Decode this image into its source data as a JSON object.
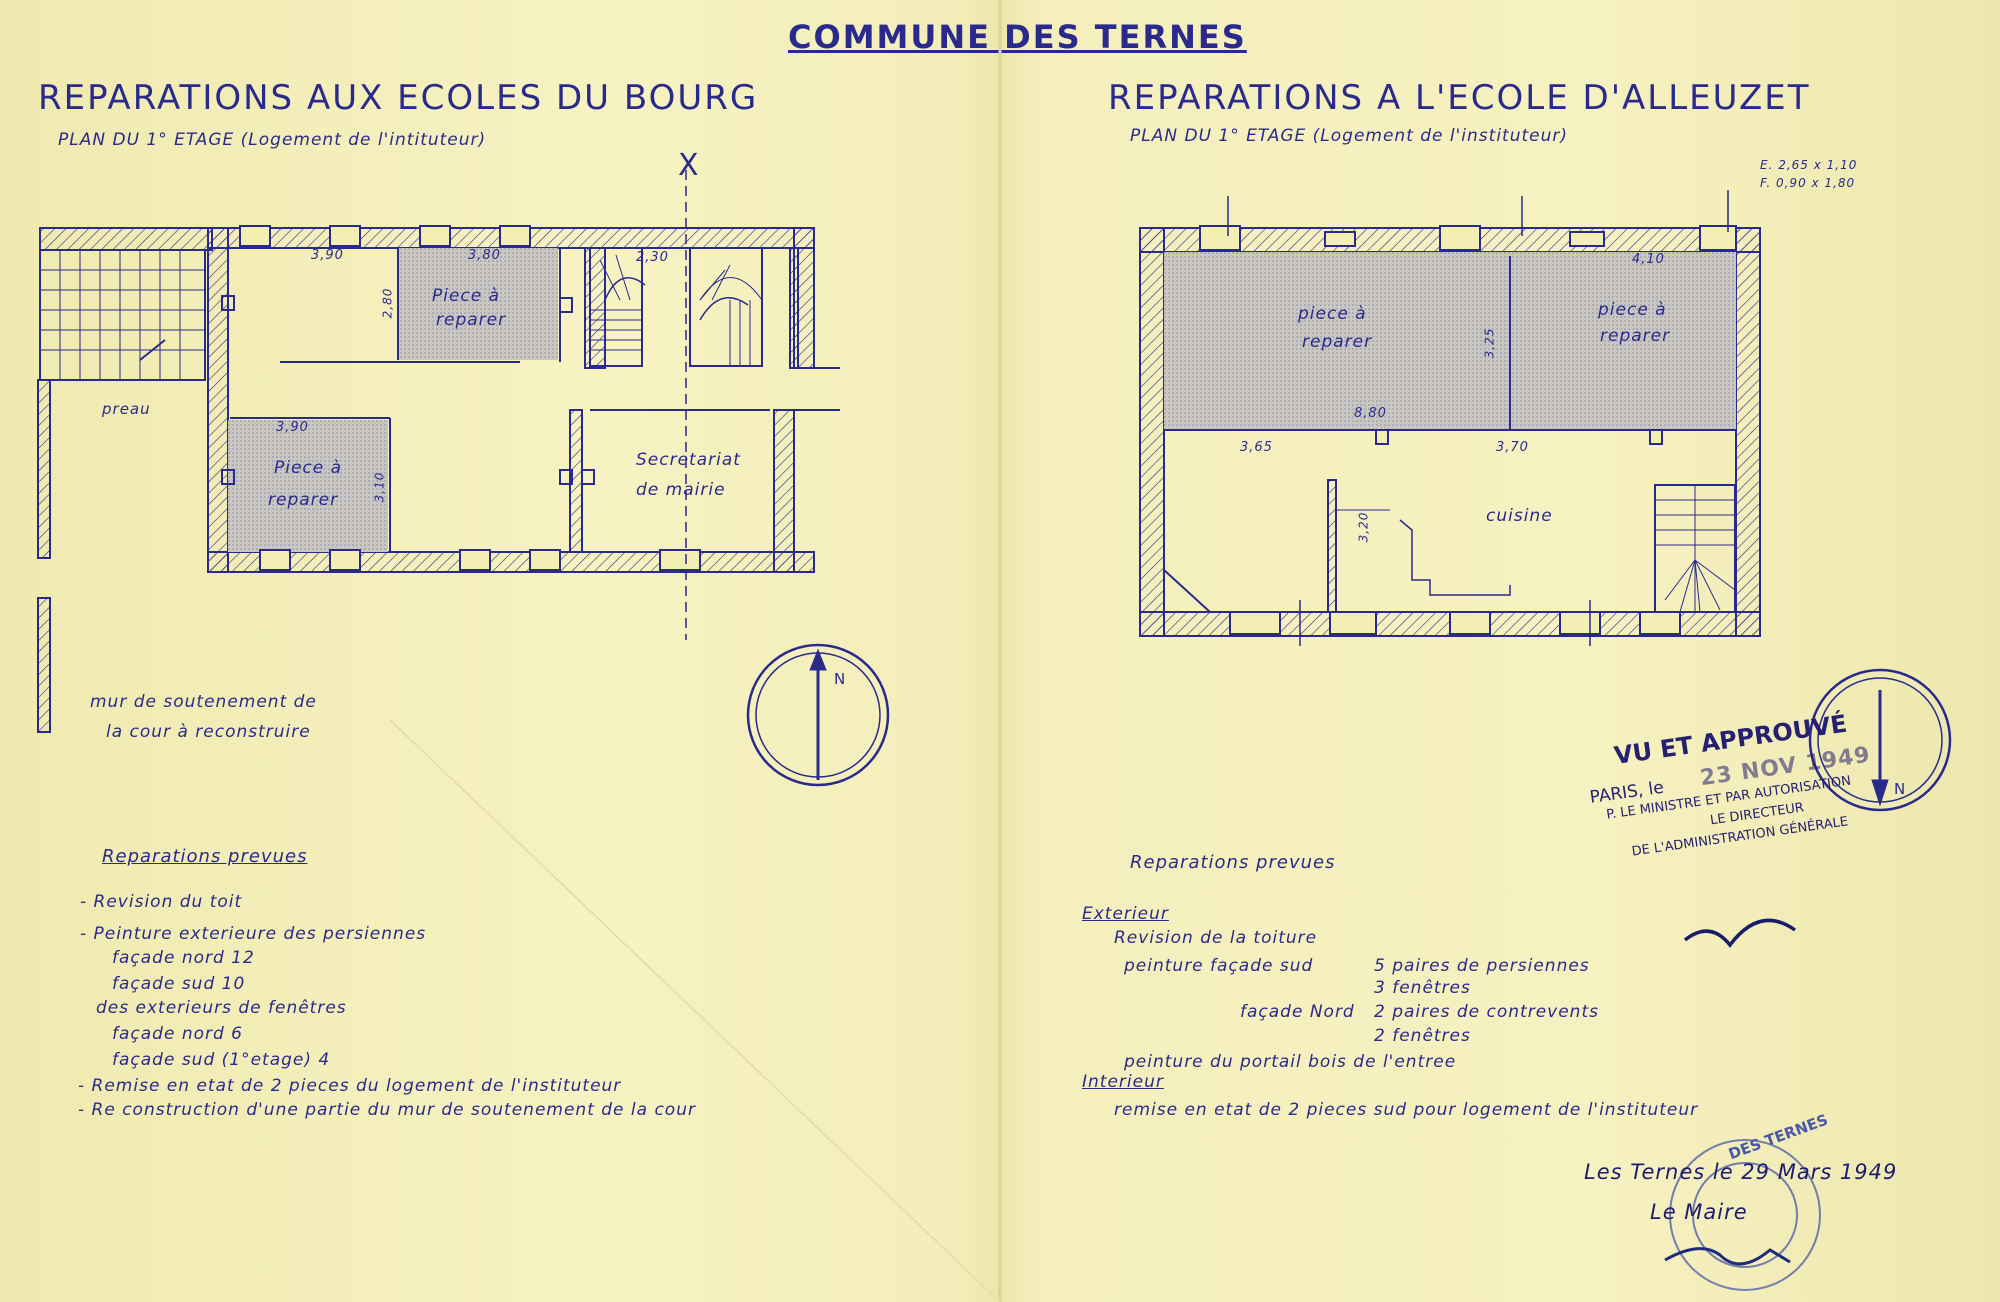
{
  "header": {
    "commune": "COMMUNE DES TERNES"
  },
  "left": {
    "title": "REPARATIONS AUX ECOLES DU BOURG",
    "subtitle": "PLAN DU 1° ETAGE (Logement de l'intituteur)",
    "axis_mark": "X",
    "labels": {
      "dim_390_a": "3,90",
      "dim_380": "3,80",
      "dim_390_b": "3,90",
      "dim_280": "2,80",
      "dim_230": "2,30",
      "dim_310": "3,10",
      "room_a": "Piece à",
      "room_a2": "reparer",
      "room_b": "Piece à",
      "room_b2": "reparer",
      "secretariat_1": "Secretariat",
      "secretariat_2": "de mairie",
      "preau": "preau",
      "wall_note_1": "mur de soutenement de",
      "wall_note_2": "la cour à reconstruire"
    },
    "compass_label": "N",
    "repairs_title": "Reparations prevues",
    "repairs": [
      "- Revision du toit",
      "- Peinture exterieure des persiennes",
      "façade nord 12",
      "façade sud 10",
      "des exterieurs de fenêtres",
      "façade nord 6",
      "façade sud (1°etage) 4",
      "- Remise en etat de 2 pieces du logement de l'instituteur",
      "- Re construction d'une partie du mur de soutenement de la cour"
    ]
  },
  "right": {
    "title": "REPARATIONS A L'ECOLE D'ALLEUZET",
    "subtitle": "PLAN DU 1° ETAGE (Logement de l'instituteur)",
    "dims_note_1": "E. 2,65 x 1,10",
    "dims_note_2": "F. 0,90 x 1,80",
    "labels": {
      "dim_410": "4,10",
      "dim_325": "3,25",
      "dim_880": "8,80",
      "dim_365": "3,65",
      "dim_370": "3,70",
      "dim_320": "3,20",
      "room_a": "piece à",
      "room_a2": "reparer",
      "room_b": "piece à",
      "room_b2": "reparer",
      "cuisine": "cuisine"
    },
    "compass_label": "N",
    "repairs_title": "Reparations prevues",
    "exterieur": "Exterieur",
    "exterieur_items": [
      "Revision de la toiture",
      "peinture façade sud",
      "5 paires de persiennes",
      "3 fenêtres",
      "façade Nord",
      "2 paires de contrevents",
      "2 fenêtres",
      "peinture du portail bois de l'entree"
    ],
    "interieur": "Interieur",
    "interieur_item": "remise en etat de 2 pieces sud pour logement de l'instituteur"
  },
  "stamp": {
    "line1": "VU ET APPROUVÉ",
    "line2": "PARIS, le",
    "date": "23 NOV 1949",
    "line3": "P. LE MINISTRE ET PAR AUTORISATION",
    "line4": "LE DIRECTEUR",
    "line5": "DE L'ADMINISTRATION GÉNÉRALE"
  },
  "mairie_stamp": {
    "text": "DES TERNES"
  },
  "signature_note": {
    "line1": "Les Ternes le 29 Mars 1949",
    "line2": "Le Maire"
  },
  "colors": {
    "ink": "#2a2a8c",
    "paper": "#f2eeb4",
    "stamp": "#252070"
  }
}
